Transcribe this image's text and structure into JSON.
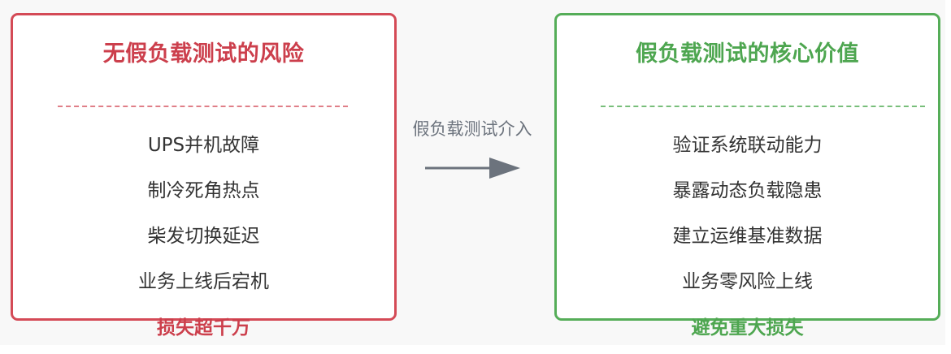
{
  "colors": {
    "risk": "#cc3f4c",
    "value": "#4ea650",
    "arrow": "#6c737d",
    "item_text": "#333333",
    "background": "#f8f8f8"
  },
  "left_panel": {
    "title": "无假负载测试的风险",
    "items": [
      "UPS并机故障",
      "制冷死角热点",
      "柴发切换延迟",
      "业务上线后宕机"
    ],
    "footer": "损失超千万"
  },
  "connector": {
    "label": "假负载测试介入",
    "icon": "arrow-right-icon"
  },
  "right_panel": {
    "title": "假负载测试的核心价值",
    "items": [
      "验证系统联动能力",
      "暴露动态负载隐患",
      "建立运维基准数据",
      "业务零风险上线"
    ],
    "footer": "避免重大损失"
  }
}
